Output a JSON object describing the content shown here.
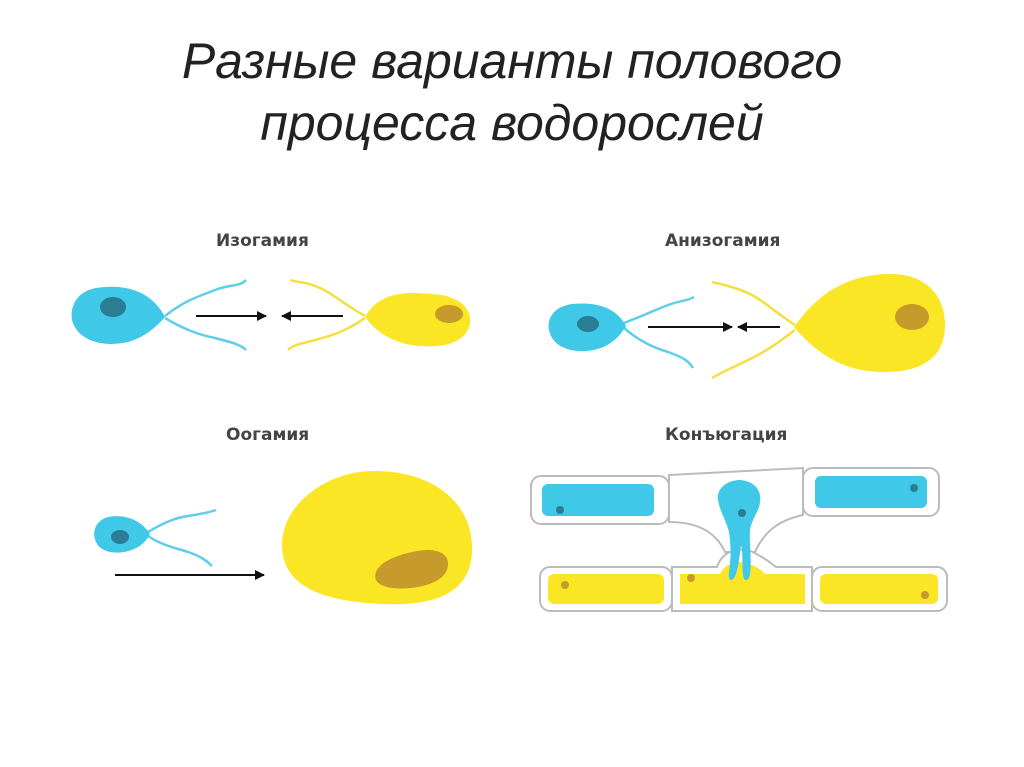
{
  "title": {
    "line1": "Разные варианты полового",
    "line2": "процесса водорослей"
  },
  "panels": [
    {
      "id": "isogamy",
      "label": "Изогамия"
    },
    {
      "id": "anisogamy",
      "label": "Анизогамия"
    },
    {
      "id": "oogamy",
      "label": "Оогамия"
    },
    {
      "id": "conjugation",
      "label": "Конъюгация"
    }
  ],
  "colors": {
    "blue": "#3fc8e8",
    "blue_nucleus": "#2a7d92",
    "yellow": "#fbe625",
    "yellow_nucleus": "#c79a2c",
    "flagellum_blue": "#5fcfe9",
    "flagellum_yellow": "#f3e040",
    "arrow": "#111111",
    "cell_wall": "#bbbbbb"
  }
}
